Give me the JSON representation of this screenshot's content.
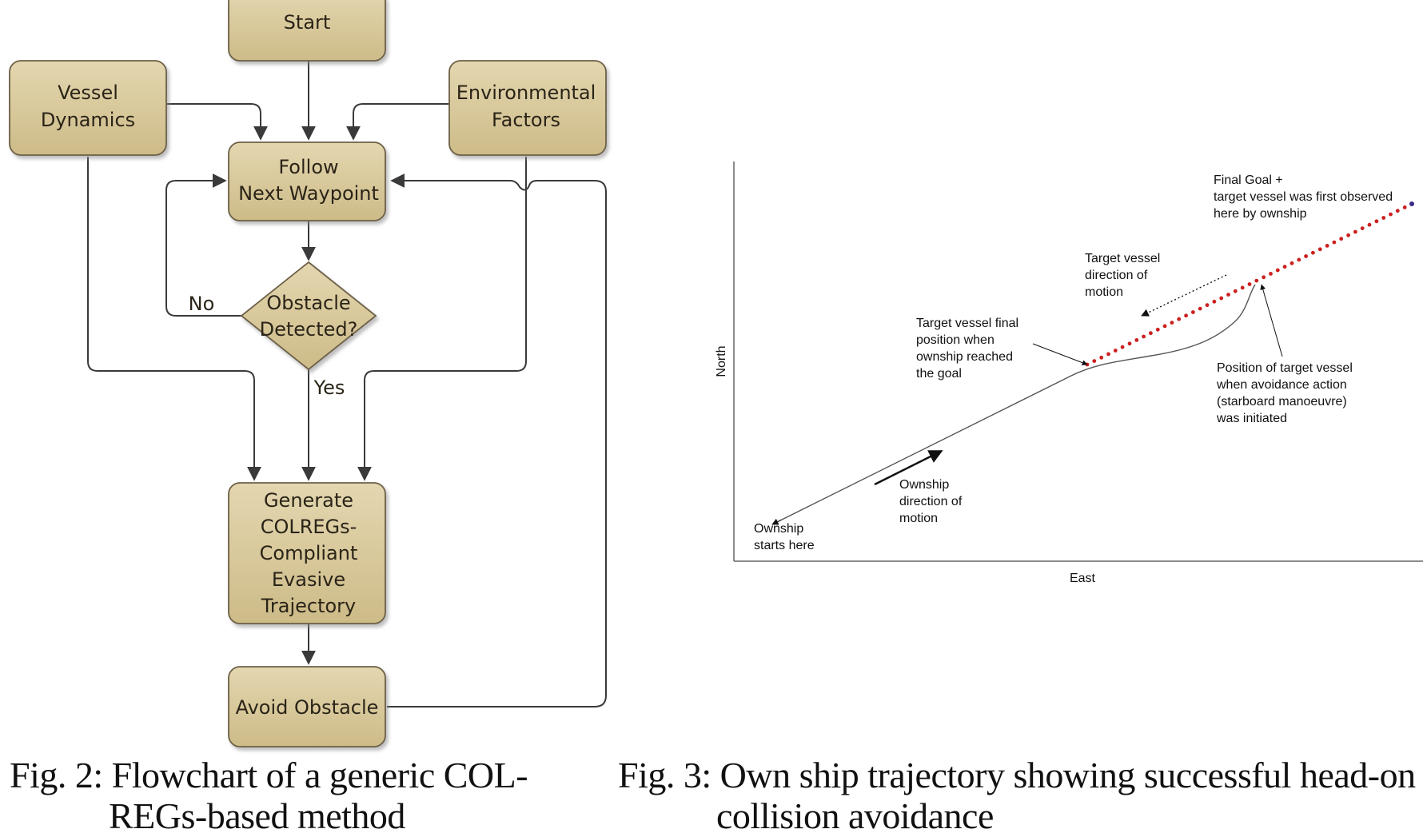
{
  "fig2": {
    "nodes": {
      "start": "Start",
      "vessel_dynamics": [
        "Vessel",
        "Dynamics"
      ],
      "environmental_factors": [
        "Environmental",
        "Factors"
      ],
      "follow": [
        "Follow",
        "Next Waypoint"
      ],
      "obstacle": [
        "Obstacle",
        "Detected?"
      ],
      "generate": [
        "Generate",
        "COLREGs-",
        "Compliant",
        "Evasive",
        "Trajectory"
      ],
      "avoid": "Avoid Obstacle"
    },
    "edge_labels": {
      "no": "No",
      "yes": "Yes"
    },
    "caption_line1": "Fig. 2: Flowchart of a generic COL-",
    "caption_line2": "REGs-based method"
  },
  "fig3": {
    "axis": {
      "x": "East",
      "y": "North"
    },
    "annotations": {
      "final_goal": [
        "Final Goal +",
        "target vessel was first observed",
        "here by ownship"
      ],
      "target_direction": [
        "Target vessel",
        "direction of",
        "motion"
      ],
      "target_final": [
        "Target vessel final",
        "position when",
        "ownship reached",
        "the goal"
      ],
      "avoidance_position": [
        "Position of target vessel",
        "when avoidance action",
        "(starboard manoeuvre)",
        "was initiated"
      ],
      "ownship_direction": [
        "Ownship",
        "direction of",
        "motion"
      ],
      "ownship_start": [
        "Ownship",
        "starts here"
      ]
    },
    "caption_line1": "Fig. 3: Own ship trajectory showing successful head-on",
    "caption_line2": "collision avoidance"
  },
  "colors": {
    "node_fill": "#d9ca9e",
    "node_stroke": "#6d6046",
    "edge": "#3a3a3a",
    "target_track": "#cc1f1f"
  }
}
